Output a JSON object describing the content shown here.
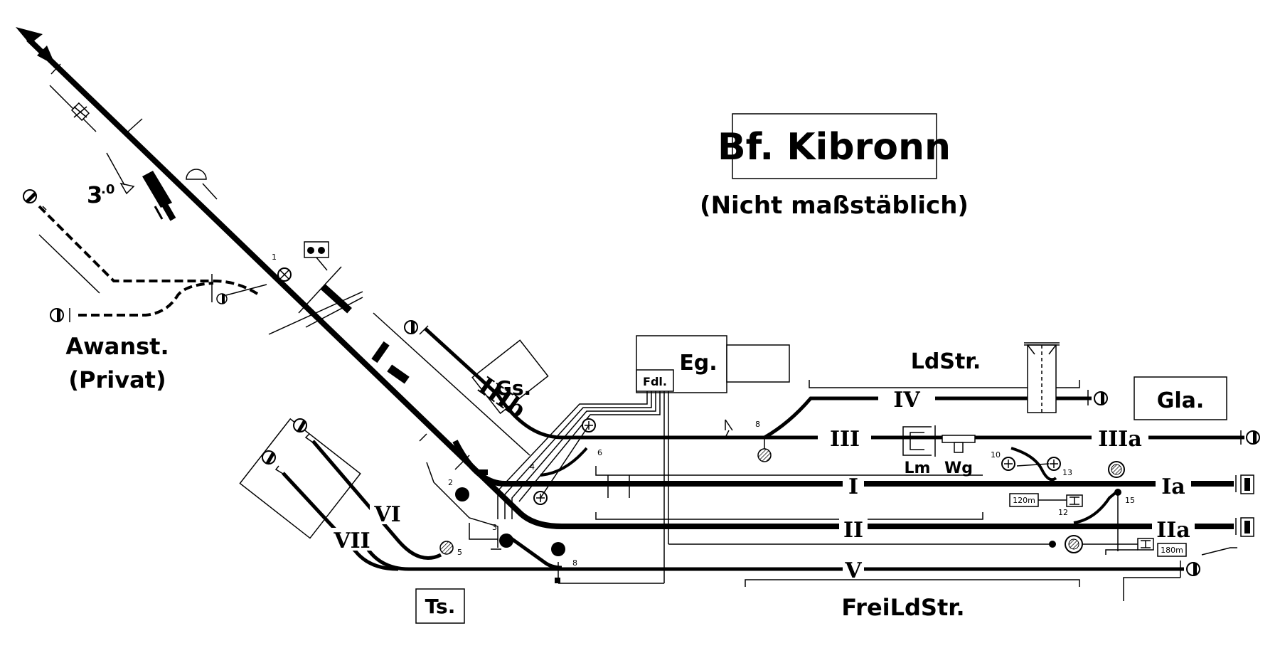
{
  "station": {
    "title": "Bf. Kibronn",
    "subtitle": "(Nicht maßstäblich)"
  },
  "buildings": {
    "gs": "Gs.",
    "eg": "Eg.",
    "fdl": "Fdl.",
    "gla": "Gla.",
    "ts": "Ts.",
    "lm": "Lm",
    "wg": "Wg"
  },
  "areas": {
    "awanst": "Awanst.",
    "privat": "(Privat)",
    "ldstr": "LdStr.",
    "freildstr": "FreiLdStr."
  },
  "tracks": {
    "t1": "I",
    "t1a": "Ia",
    "t2": "II",
    "t2a": "IIa",
    "t3": "III",
    "t3a": "IIIa",
    "t3b": "IIIb",
    "t4": "IV",
    "t5": "V",
    "t6": "VI",
    "t7": "VII"
  },
  "signal": {
    "speed": "3",
    "speed_sup": ".0"
  },
  "switches": [
    "1",
    "2",
    "3",
    "4",
    "5",
    "6",
    "8",
    "8",
    "10",
    "12",
    "13",
    "15"
  ],
  "lengths": {
    "l120": "120m",
    "l180": "180m"
  },
  "colors": {
    "ink": "#000000",
    "paper": "#ffffff",
    "hatch": "#888888"
  }
}
